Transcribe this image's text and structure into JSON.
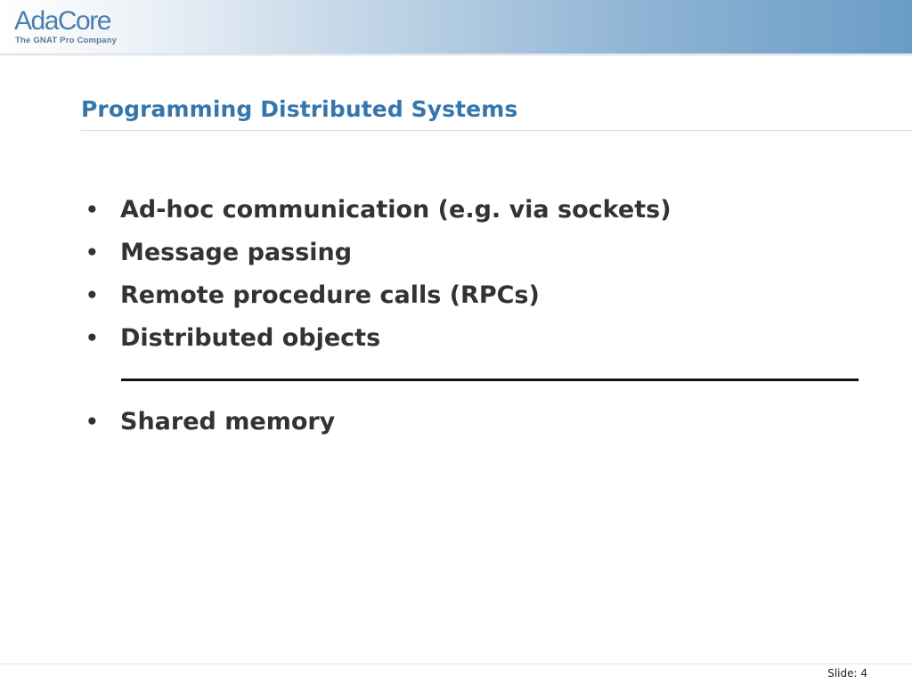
{
  "logo": {
    "name_part1": "Ada",
    "name_part2": "Core",
    "tagline": "The GNAT Pro Company"
  },
  "slide": {
    "title": "Programming Distributed Systems",
    "bullets": [
      "Ad-hoc communication (e.g. via sockets)",
      "Message passing",
      "Remote procedure calls (RPCs)",
      "Distributed objects"
    ],
    "bullets_after_divider": [
      "Shared memory"
    ],
    "bullet_symbol": "•"
  },
  "footer": {
    "slide_number": "Slide: 4"
  },
  "colors": {
    "title": "#3576ad",
    "logo": "#4a7fb2",
    "body_text": "#333333",
    "header_gradient_end": "#6a9cc6"
  }
}
